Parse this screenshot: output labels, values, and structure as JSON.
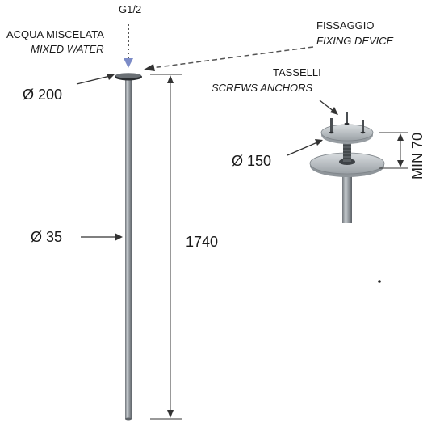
{
  "inlet": {
    "thread": "G1/2",
    "label_it": "ACQUA MISCELATA",
    "label_en": "MIXED WATER"
  },
  "fixing": {
    "label_it": "FISSAGGIO",
    "label_en": "FIXING DEVICE"
  },
  "anchors": {
    "label_it": "TASSELLI",
    "label_en": "SCREWS ANCHORS"
  },
  "dimensions": {
    "flange_diameter": "Ø 200",
    "pipe_diameter": "Ø 35",
    "height": "1740",
    "base_diameter": "Ø 150",
    "min_depth": "MIN 70"
  }
}
